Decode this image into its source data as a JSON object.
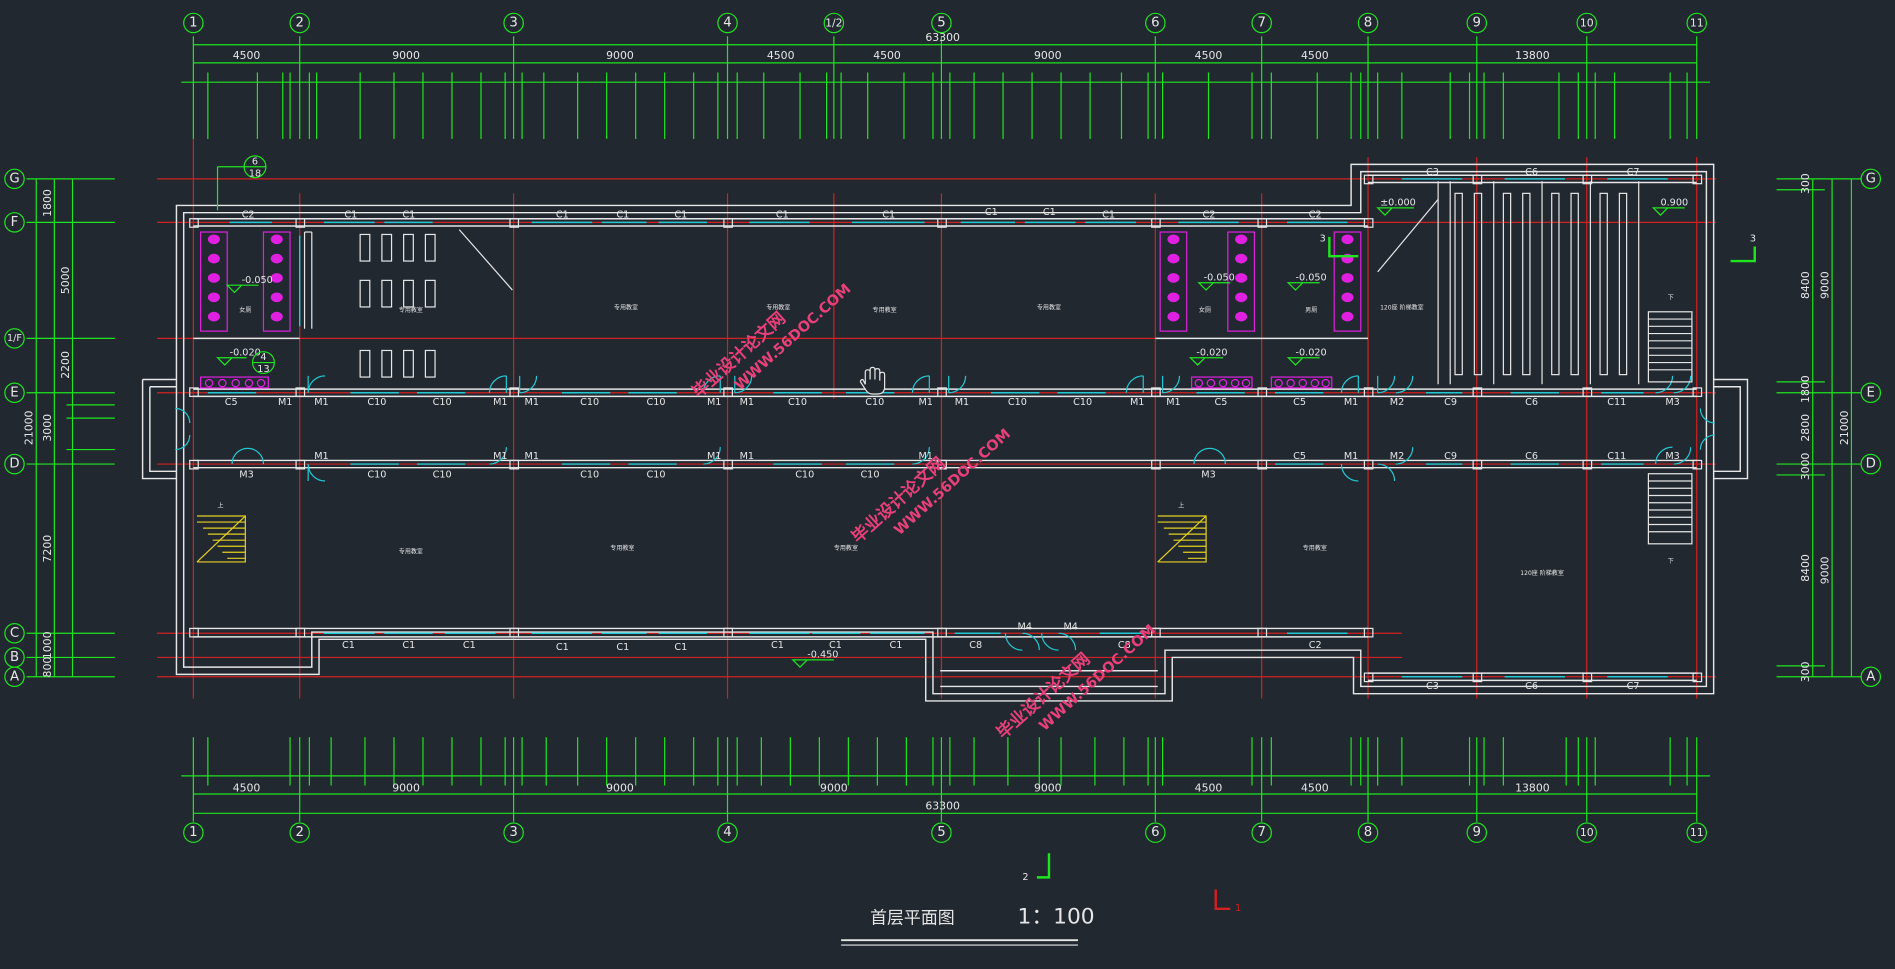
{
  "drawing": {
    "title": "首层平面图",
    "scale": "1：100",
    "total_dim_top": "63300",
    "total_dim_bottom": "63300",
    "height_dim_left": "21000",
    "height_dim_right": "21000"
  },
  "axes": {
    "x": [
      "1",
      "2",
      "3",
      "4",
      "1/2",
      "5",
      "6",
      "7",
      "8",
      "9",
      "10",
      "11"
    ],
    "y": [
      "G",
      "F",
      "1/F",
      "E",
      "D",
      "C",
      "B",
      "A"
    ]
  },
  "dims": {
    "top_major": [
      "4500",
      "9000",
      "9000",
      "4500",
      "4500",
      "9000",
      "4500",
      "4500",
      "13800"
    ],
    "bottom_major": [
      "4500",
      "9000",
      "9000",
      "9000",
      "9000",
      "4500",
      "4500",
      "13800"
    ],
    "left": [
      "1800",
      "5000",
      "2200",
      "3000",
      "7200",
      "1000",
      "800"
    ],
    "right": [
      "300",
      "8400",
      "1800",
      "2800",
      "3000",
      "8400",
      "300"
    ],
    "right_outer": [
      "9000",
      "9000",
      "21000"
    ]
  },
  "windows": {
    "c1": "C1",
    "c2": "C2",
    "c3": "C3",
    "c5": "C5",
    "c6": "C6",
    "c7": "C7",
    "c8": "C8",
    "c9": "C9",
    "c10": "C10",
    "c11": "C11"
  },
  "doors": {
    "m1": "M1",
    "m2": "M2",
    "m3": "M3",
    "m4": "M4"
  },
  "levels": {
    "l_000": "±0.000",
    "l_900": "0.900",
    "l_n050": "-0.050",
    "l_n020": "-0.020",
    "l_n450": "-0.450"
  },
  "stairs": {
    "up": "上",
    "down": "下"
  },
  "rooms": {
    "wc_female": "女厕",
    "wc_male": "男厕",
    "room": "专用教室",
    "lecture": "120座 阶梯教室"
  },
  "marks": {
    "detail_top": "6",
    "detail_bottom": "18",
    "detail2_top": "4",
    "detail2_bottom": "13",
    "section_2": "2",
    "section_3": "3",
    "section_1": "1"
  },
  "watermark": {
    "line1": "毕业设计论文网",
    "line2": "WWW.56DOC.COM"
  },
  "colors": {
    "background": "#212830",
    "dimension": "#1fe51f",
    "axis_line": "#d42020",
    "wall": "#e6e6e6",
    "window": "#23c8d2",
    "fixture": "#e020e0",
    "stair": "#e6d020",
    "watermark": "#e8407a"
  }
}
